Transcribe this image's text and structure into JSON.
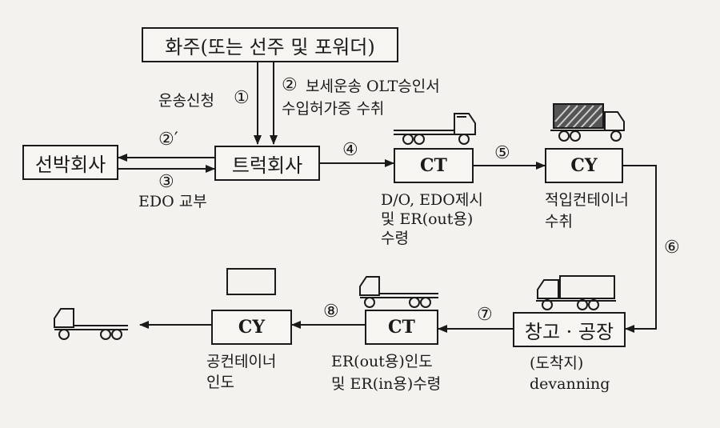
{
  "boxes": {
    "shipper": "화주(또는 선주 및 포워더)",
    "shipping_company": "선박회사",
    "trucking_company": "트럭회사",
    "ct_top": "CT",
    "cy_top": "CY",
    "warehouse_factory": "창고 · 공장",
    "ct_bottom": "CT",
    "cy_bottom": "CY"
  },
  "steps": {
    "s1": "①",
    "s2": "②",
    "s2p": "②′",
    "s3": "③",
    "s4": "④",
    "s5": "⑤",
    "s6": "⑥",
    "s7": "⑦",
    "s8": "⑧"
  },
  "labels": {
    "transport_request": "운송신청",
    "bonded_line1": "보세운송 OLT승인서",
    "bonded_line2": "수입허가증 수취",
    "edo_delivery": "EDO 교부",
    "ct_top_line1": "D/O, EDO제시",
    "ct_top_line2": "및 ER(out용)",
    "ct_top_line3": "수령",
    "cy_top_line1": "적입컨테이너",
    "cy_top_line2": "수취",
    "dest_line1": "(도착지)",
    "dest_line2": "devanning",
    "ct_bottom_line1": "ER(out용)인도",
    "ct_bottom_line2": "및 ER(in용)수령",
    "cy_bottom_line1": "공컨테이너",
    "cy_bottom_line2": "인도"
  }
}
